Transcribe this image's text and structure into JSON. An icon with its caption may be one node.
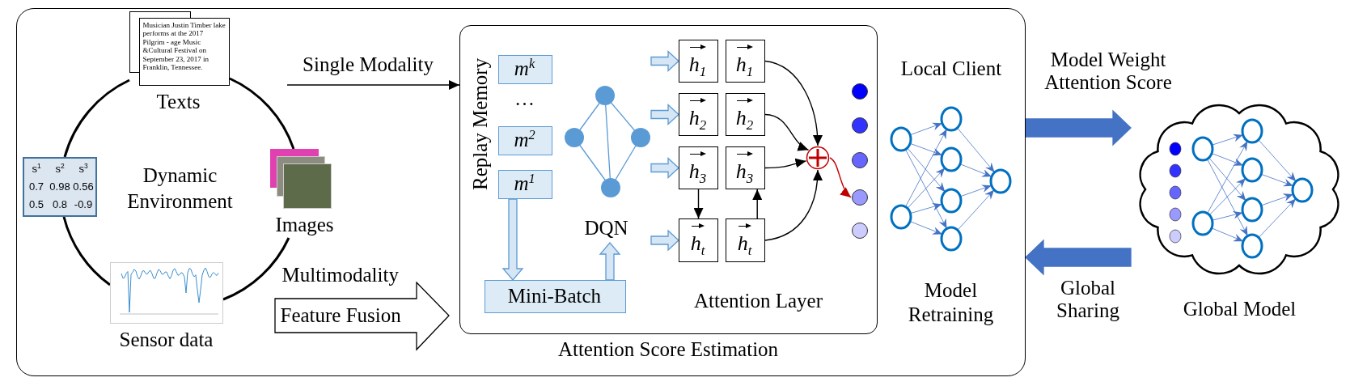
{
  "diagram": {
    "nodes": [
      {
        "text": [
          "Local Client"
        ]
      },
      {
        "text": [
          "Dynamic Environment"
        ],
        "in": 0
      },
      {
        "text": [
          "Musician Justin Timber lake performs at the 2017 Pilgrim - age Music &Cultural Festival on September 23, 2017 in Franklin, Tennessee.",
          "Texts"
        ],
        "in": 0
      },
      {
        "text": [
          "s$^{1}$",
          "s$^{2}$",
          "s$^{3}$",
          "0.7",
          "0.98",
          "0.56",
          "0.5",
          "0.8",
          "-0.9"
        ],
        "in": 0
      },
      {
        "text": [
          "Images"
        ],
        "in": 0
      },
      {
        "text": [
          "Sensor data"
        ],
        "in": 0
      },
      {
        "text": [
          "Feature Fusion"
        ],
        "beside": [
          "Multimodality"
        ],
        "in": 0
      },
      {
        "text": [
          "Attention Score Estimation"
        ],
        "in": 0
      },
      {
        "text": [
          "m$^{k}$"
        ],
        "in": 7
      },
      {
        "text": [
          "m$^{2}$"
        ],
        "in": 7
      },
      {
        "text": [
          "m$^{1}$"
        ],
        "in": 7
      },
      {
        "text": [
          "Mini-Batch"
        ],
        "in": 7
      },
      {
        "text": [
          "DQN"
        ],
        "in": 7
      },
      {
        "text": [
          "h$_{1}$"
        ],
        "in": 7
      },
      {
        "text": [
          "h$_{2}$"
        ],
        "in": 7
      },
      {
        "text": [
          "h$_{3}$"
        ],
        "in": 7
      },
      {
        "text": [
          "h$_{t}$"
        ],
        "in": 7
      },
      {
        "text": [
          "h$_{1}$"
        ],
        "in": 7
      },
      {
        "text": [
          "h$_{2}$"
        ],
        "in": 7
      },
      {
        "text": [
          "h$_{3}$"
        ],
        "in": 7
      },
      {
        "text": [
          "h$_{t}$"
        ],
        "in": 7
      },
      {
        "text": [],
        "shape": "circle",
        "in": 7
      },
      {
        "text": [],
        "shape": "circle",
        "in": 7
      },
      {
        "text": [],
        "shape": "circle",
        "in": 7
      },
      {
        "text": [],
        "shape": "circle",
        "in": 7
      },
      {
        "text": [],
        "shape": "circle",
        "in": 7
      },
      {
        "text": [],
        "shape": "circle",
        "in": 7
      },
      {
        "text": [
          "Model Retraining"
        ],
        "in": 0
      },
      {
        "text": [
          "Global Model"
        ]
      }
    ],
    "edges": [
      {
        "from": null,
        "to": 7,
        "arrow": "to",
        "label": "Single Modality"
      },
      {
        "from": 10,
        "to": 11,
        "arrow": "to",
        "style": "thick",
        "color": "#5b9bd5"
      },
      {
        "from": 11,
        "to": 12,
        "arrow": "to",
        "style": "thick",
        "color": "#5b9bd5"
      },
      {
        "from": 12,
        "to": 13,
        "arrow": "to",
        "style": "thick",
        "color": "#5b9bd5"
      },
      {
        "from": 12,
        "to": 14,
        "arrow": "to",
        "style": "thick",
        "color": "#5b9bd5"
      },
      {
        "from": 12,
        "to": 15,
        "arrow": "to",
        "style": "thick",
        "color": "#5b9bd5"
      },
      {
        "from": 12,
        "to": 16,
        "arrow": "to",
        "style": "thick",
        "color": "#5b9bd5"
      },
      {
        "from": 15,
        "to": 16,
        "arrow": "to"
      },
      {
        "from": 20,
        "to": 19,
        "arrow": "to"
      },
      {
        "from": 17,
        "to": 21,
        "arrow": "to"
      },
      {
        "from": 18,
        "to": 21,
        "arrow": "to"
      },
      {
        "from": 19,
        "to": 21,
        "arrow": "to"
      },
      {
        "from": 20,
        "to": 21,
        "arrow": "to"
      },
      {
        "from": 21,
        "to": 25,
        "arrow": "to",
        "color": "#c00000"
      },
      {
        "from": 0,
        "to": 28,
        "arrow": "to",
        "label": "Model Weight Attention Score",
        "style": "thick",
        "color": "#4472c4"
      },
      {
        "from": 28,
        "to": 0,
        "arrow": "to",
        "label": "Global Sharing",
        "style": "thick",
        "color": "#4472c4"
      }
    ],
    "labels": [
      "Replay Memory",
      "…",
      "Attention Layer"
    ]
  }
}
